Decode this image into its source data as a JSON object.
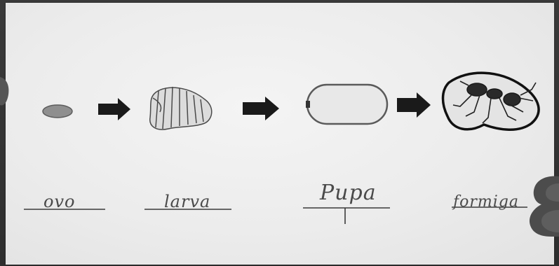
{
  "lifecycle": {
    "stages": [
      {
        "label": "ovo",
        "icon": "egg-icon"
      },
      {
        "label": "larva",
        "icon": "larva-icon"
      },
      {
        "label": "Pupa",
        "icon": "pupa-icon"
      },
      {
        "label": "formiga",
        "icon": "ant-icon"
      }
    ],
    "arrow_icon": "arrow-right-icon"
  },
  "colors": {
    "paper": "#ececec",
    "ink": "#1a1a1a",
    "pencil": "#5a5a5a",
    "egg_fill": "#9a9a9a"
  }
}
